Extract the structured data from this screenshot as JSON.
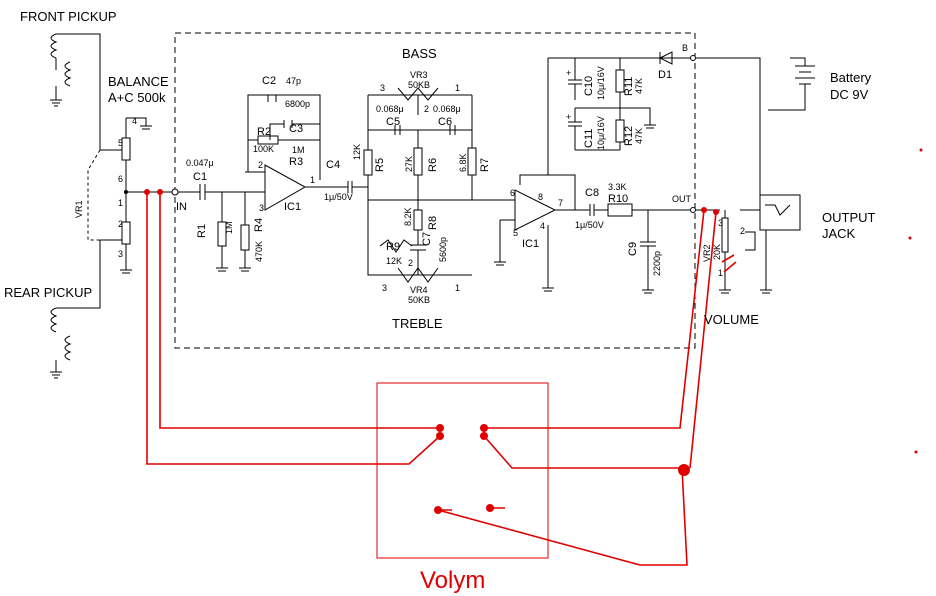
{
  "labels": {
    "front_pickup": "FRONT PICKUP",
    "rear_pickup": "REAR PICKUP",
    "balance_1": "BALANCE",
    "balance_2": "A+C 500k",
    "vr1": "VR1",
    "in": "IN",
    "out": "OUT",
    "bass": "BASS",
    "treble": "TREBLE",
    "battery_1": "Battery",
    "battery_2": "DC 9V",
    "output_jack_1": "OUTPUT",
    "output_jack_2": "JACK",
    "volume": "VOLUME",
    "volym": "Volym",
    "c1": "C1",
    "c1_val": "0.047μ",
    "c2": "C2",
    "c2_val": "47p",
    "c3": "C3",
    "c3_val": "6800p",
    "c4": "C4",
    "c4_val": "1μ/50V",
    "c5": "C5",
    "c5_val": "0.068μ",
    "c6": "C6",
    "c6_val": "0.068μ",
    "c7": "C7",
    "c7_val": "5600p",
    "c8": "C8",
    "c8_val": "1μ/50V",
    "c9": "C9",
    "c9_val": "2200p",
    "c10": "C10",
    "c10_val": "10μ/16V",
    "c11": "C11",
    "c11_val": "10μ/16V",
    "r1": "R1",
    "r1_val": "1M",
    "r2": "R2",
    "r2_val": "100K",
    "r3": "R3",
    "r3_val": "1M",
    "r4": "R4",
    "r4_val": "470K",
    "r5": "R5",
    "r5_val": "12K",
    "r6": "R6",
    "r6_val": "27K",
    "r7": "R7",
    "r7_val": "6.8K",
    "r8": "R8",
    "r8_val": "8.2K",
    "r9": "R9",
    "r9_val": "12K",
    "r10": "R10",
    "r10_val": "3.3K",
    "r11": "R11",
    "r11_val": "47K",
    "r12": "R12",
    "r12_val": "47K",
    "vr3": "VR3",
    "vr3_val": "50KB",
    "vr4": "VR4",
    "vr4_val": "50KB",
    "vr2": "VR2",
    "vr2_val": "20K",
    "ic1": "IC1",
    "ic1b": "IC1",
    "d1": "D1",
    "b": "B",
    "pin_1": "1",
    "pin_2": "2",
    "pin_3": "3",
    "pin_4": "4",
    "pin_5": "5",
    "pin_6": "6",
    "pin_7": "7",
    "pin_8": "8",
    "plus": "+",
    "minus": "-"
  },
  "colors": {
    "ink": "#000000",
    "annotation": "#e00000",
    "box": "#000000",
    "background": "#ffffff"
  }
}
